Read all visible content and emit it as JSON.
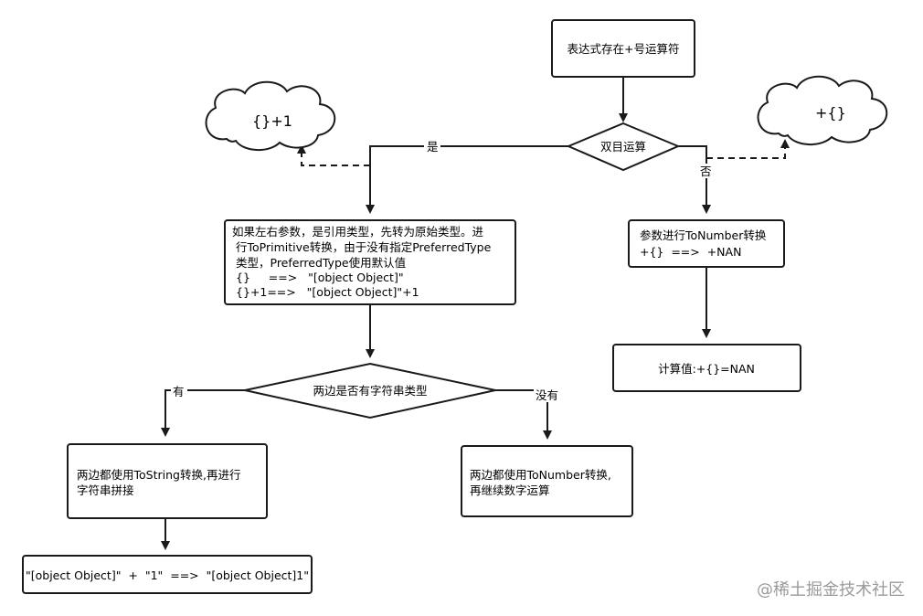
{
  "nodes": {
    "expr_plus": {
      "text": "表达式存在+号运算符"
    },
    "binary_op": {
      "text": "双目运算"
    },
    "to_primitive": {
      "lines": [
        "如果左右参数，是引用类型，先转为原始类型。进",
        "行ToPrimitive转换，由于没有指定PreferredType",
        "类型，PreferredType使用默认值",
        "{}     ==>   \"[object Object]\"",
        "{}+1==>   \"[object Object]\"+1"
      ]
    },
    "to_number_unary": {
      "lines": [
        "参数进行ToNumber转换",
        "+{}  ==>  +NAN"
      ]
    },
    "calc_value": {
      "text": "计算值:+{}=NAN"
    },
    "string_type": {
      "text": "两边是否有字符串类型"
    },
    "to_string_concat": {
      "lines": [
        "两边都使用ToString转换,再进行",
        "字符串拼接"
      ]
    },
    "to_number_math": {
      "lines": [
        "两边都使用ToNumber转换,",
        "再继续数字运算"
      ]
    },
    "concat_result": {
      "text": "\"[object Object]\"  +  \"1\"  ==>  \"[object Object]1\""
    }
  },
  "clouds": {
    "left": {
      "text": "{}+1"
    },
    "right": {
      "text": "+{}"
    }
  },
  "edge_labels": {
    "yes": "是",
    "no": "否",
    "has": "有",
    "has_not": "没有"
  },
  "watermark": "@稀土掘金技术社区"
}
